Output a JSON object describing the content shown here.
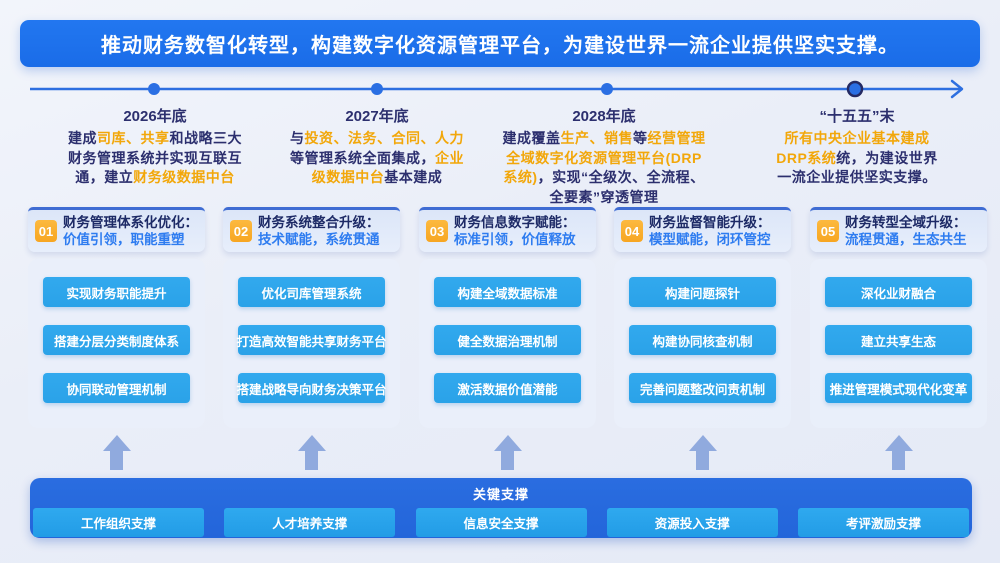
{
  "banner": {
    "text": "推动财务数智化转型，构建数字化资源管理平台，为建设世界一流企业提供坚实支撑。"
  },
  "milestones": [
    {
      "title": "2026年底",
      "segments": [
        {
          "text": "建成",
          "color": "dark"
        },
        {
          "text": "司库、共享",
          "color": "accent"
        },
        {
          "text": "和战略三大财务管理系统并实现互联互通，建立",
          "color": "dark"
        },
        {
          "text": "财务级数据中台",
          "color": "accent"
        }
      ]
    },
    {
      "title": "2027年底",
      "segments": [
        {
          "text": "与",
          "color": "dark"
        },
        {
          "text": "投资、法务、合同、人力",
          "color": "accent"
        },
        {
          "text": "等管理系统全面集成，",
          "color": "dark"
        },
        {
          "text": "企业级数据中台",
          "color": "accent"
        },
        {
          "text": "基本建成",
          "color": "dark"
        }
      ]
    },
    {
      "title": "2028年底",
      "segments": [
        {
          "text": "建成覆盖",
          "color": "dark"
        },
        {
          "text": "生产、销售",
          "color": "accent"
        },
        {
          "text": "等",
          "color": "dark"
        },
        {
          "text": "经营管理全域数字化资源管理平台(DRP系统)",
          "color": "accent"
        },
        {
          "text": "，实现“全级次、全流程、全要素”穿透管理",
          "color": "dark"
        }
      ]
    },
    {
      "title": "“十五五”末",
      "segments": [
        {
          "text": "所有中央企业基本建成DRP系统",
          "color": "accent"
        },
        {
          "text": "统，为建设世界一流企业提供坚实支撑。",
          "color": "dark"
        }
      ]
    }
  ],
  "columns": [
    {
      "number": "01",
      "title": "财务管理体系化优化：",
      "subtitle": "价值引领，职能重塑",
      "items": [
        "实现财务职能提升",
        "搭建分层分类制度体系",
        "协同联动管理机制"
      ]
    },
    {
      "number": "02",
      "title": "财务系统整合升级：",
      "subtitle": "技术赋能，系统贯通",
      "items": [
        "优化司库管理系统",
        "打造高效智能共享财务平台",
        "搭建战略导向财务决策平台"
      ]
    },
    {
      "number": "03",
      "title": "财务信息数字赋能：",
      "subtitle": "标准引领，价值释放",
      "items": [
        "构建全域数据标准",
        "健全数据治理机制",
        "激活数据价值潜能"
      ]
    },
    {
      "number": "04",
      "title": "财务监督智能升级：",
      "subtitle": "模型赋能，闭环管控",
      "items": [
        "构建问题探针",
        "构建协同核查机制",
        "完善问题整改问责机制"
      ]
    },
    {
      "number": "05",
      "title": "财务转型全域升级：",
      "subtitle": "流程贯通，生态共生",
      "items": [
        "深化业财融合",
        "建立共享生态",
        "推进管理模式现代化变革"
      ]
    }
  ],
  "support": {
    "title": "关键支撑",
    "items": [
      "工作组织支撑",
      "人才培养支撑",
      "信息安全支撑",
      "资源投入支撑",
      "考评激励支撑"
    ]
  },
  "colors": {
    "banner_blue": "#1a6ce8",
    "accent_yellow": "#f2a70a",
    "dark_text": "#2c2f6e",
    "subtitle_blue": "#2e7cf0",
    "item_blue": "#2aa2e8",
    "bar_blue": "#2365da",
    "arrow_blue": "#90aade",
    "timeline_blue": "#2e6fe0",
    "header_line": "#3f6cd3",
    "badge_orange": "#f7a622"
  }
}
